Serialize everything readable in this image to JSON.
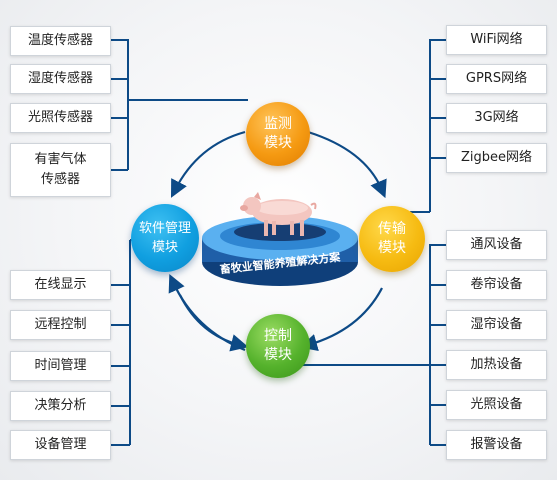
{
  "colors": {
    "line": "#0d4a86",
    "monitor": "#f59a12",
    "software": "#109fe0",
    "transmit": "#f6bb12",
    "control": "#55b22c",
    "platform": "#1f5fa8",
    "platform_text": "#ffffff"
  },
  "modules": {
    "monitor": {
      "line1": "监测",
      "line2": "模块"
    },
    "software": {
      "line1": "软件管理",
      "line2": "模块"
    },
    "transmit": {
      "line1": "传输",
      "line2": "模块"
    },
    "control": {
      "line1": "控制",
      "line2": "模块"
    }
  },
  "center": {
    "label": "畜牧业智能养殖解决方案",
    "image": "pig-on-platform"
  },
  "sensors": [
    {
      "label": "温度传感器"
    },
    {
      "label": "湿度传感器"
    },
    {
      "label": "光照传感器"
    },
    {
      "label": "有害气体",
      "label2": "传感器"
    }
  ],
  "software_features": [
    {
      "label": "在线显示"
    },
    {
      "label": "远程控制"
    },
    {
      "label": "时间管理"
    },
    {
      "label": "决策分析"
    },
    {
      "label": "设备管理"
    }
  ],
  "networks": [
    {
      "label": "WiFi网络"
    },
    {
      "label": "GPRS网络"
    },
    {
      "label": "3G网络"
    },
    {
      "label": "Zigbee网络"
    }
  ],
  "devices": [
    {
      "label": "通风设备"
    },
    {
      "label": "卷帘设备"
    },
    {
      "label": "湿帘设备"
    },
    {
      "label": "加热设备"
    },
    {
      "label": "光照设备"
    },
    {
      "label": "报警设备"
    }
  ]
}
